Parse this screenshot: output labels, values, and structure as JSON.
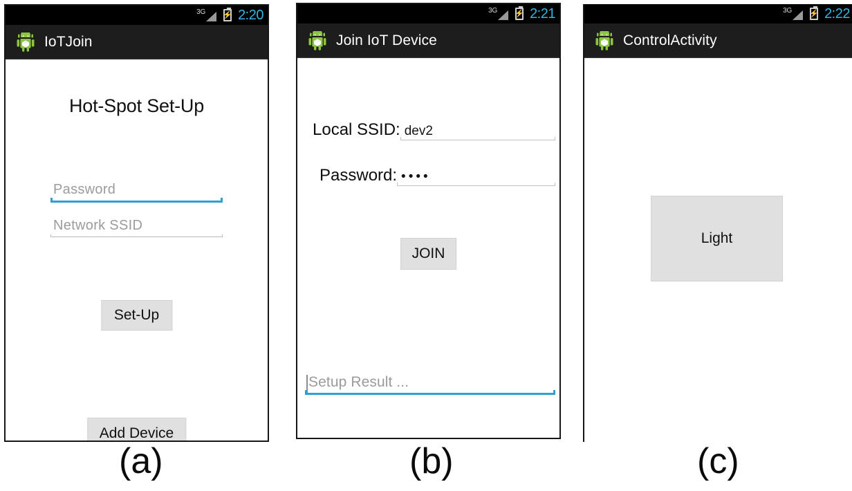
{
  "figure": {
    "captions": [
      {
        "label": "(a)"
      },
      {
        "label": "(b)"
      },
      {
        "label": "(c)"
      }
    ]
  },
  "screens": [
    {
      "id": "hotspot-setup",
      "statusbar": {
        "network": "3G",
        "signal_icon": "signal-bars-icon",
        "battery_icon": "battery-charging-icon",
        "bolt_glyph": "⚡",
        "time": "2:20",
        "time_color": "#33b5e5"
      },
      "actionbar": {
        "app_icon": "android-robot-icon",
        "title": "IoTJoin"
      },
      "content": {
        "heading": "Hot-Spot Set-Up",
        "fields": [
          {
            "name": "password",
            "placeholder": "Password",
            "value": "",
            "focused": true,
            "underline_color": "#2d9fd0"
          },
          {
            "name": "network-ssid",
            "placeholder": "Network SSID",
            "value": "",
            "focused": false,
            "underline_color": "#b9b9b9"
          }
        ],
        "buttons": [
          {
            "name": "set-up",
            "label": "Set-Up"
          },
          {
            "name": "add-device",
            "label": "Add Device"
          }
        ]
      }
    },
    {
      "id": "join-iot-device",
      "statusbar": {
        "network": "3G",
        "signal_icon": "signal-bars-icon",
        "battery_icon": "battery-charging-icon",
        "bolt_glyph": "⚡",
        "time": "2:21",
        "time_color": "#33b5e5"
      },
      "actionbar": {
        "app_icon": "android-robot-icon",
        "title": "Join IoT Device"
      },
      "content": {
        "rows": [
          {
            "name": "local-ssid",
            "label": "Local SSID:",
            "value": "dev2",
            "masked": false
          },
          {
            "name": "password",
            "label": "Password:",
            "value": "••••",
            "masked": true
          }
        ],
        "buttons": [
          {
            "name": "join",
            "label": "JOIN"
          }
        ],
        "result_field": {
          "name": "setup-result",
          "placeholder": "Setup Result ...",
          "value": "",
          "focused": true,
          "underline_color": "#2d9fd0",
          "caret_visible": true
        }
      }
    },
    {
      "id": "control-activity",
      "statusbar": {
        "network": "3G",
        "signal_icon": "signal-bars-icon",
        "battery_icon": "battery-charging-icon",
        "bolt_glyph": "⚡",
        "time": "2:22",
        "time_color": "#33b5e5"
      },
      "actionbar": {
        "app_icon": "android-robot-icon",
        "title": "ControlActivity"
      },
      "content": {
        "buttons": [
          {
            "name": "light",
            "label": "Light"
          }
        ]
      }
    }
  ],
  "colors": {
    "statusbar_bg": "#000000",
    "actionbar_bg": "#1d1d1d",
    "accent_blue": "#2d9fd0",
    "time_blue": "#33b5e5",
    "button_bg": "#e0e0e0",
    "placeholder_gray": "#9b9b9b",
    "screen_bg": "#ffffff"
  }
}
